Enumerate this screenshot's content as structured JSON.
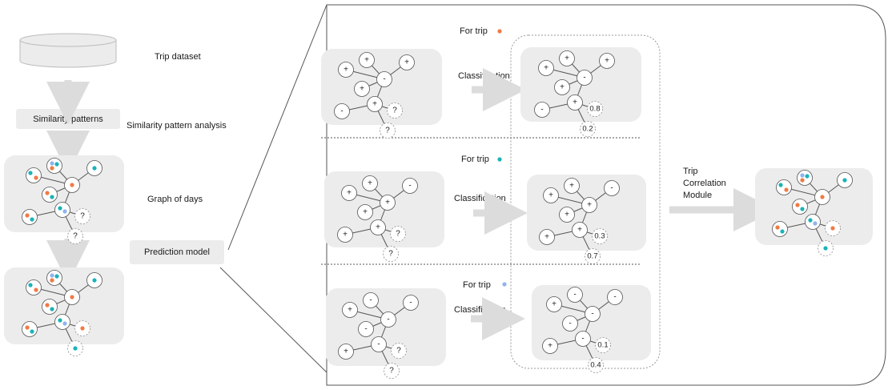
{
  "left": {
    "trip_dataset": "Trip dataset",
    "similarity_patterns_box": "Similarity patterns",
    "similarity_pattern_analysis": "Similarity pattern analysis",
    "graph_of_days": "Graph of days",
    "prediction_model_box": "Prediction model",
    "graph_question_mark": "?"
  },
  "rows": [
    {
      "for_trip_label": "For trip",
      "trip_color": "#f07a45",
      "classification_label": "Classification",
      "input_node_signs": [
        "+",
        "+",
        "-",
        "+",
        "+",
        "+",
        "-"
      ],
      "unknown_labels": [
        "?",
        "?"
      ],
      "output_node_signs": [
        "+",
        "+",
        "-",
        "+",
        "+",
        "+",
        "-"
      ],
      "probabilities": [
        "0.8",
        "0.2"
      ]
    },
    {
      "for_trip_label": "For trip",
      "trip_color": "#1ab3b8",
      "classification_label": "Classification",
      "input_node_signs": [
        "+",
        "+",
        "+",
        "-",
        "+",
        "+",
        "+"
      ],
      "unknown_labels": [
        "?",
        "?"
      ],
      "output_node_signs": [
        "+",
        "+",
        "+",
        "-",
        "+",
        "+",
        "+"
      ],
      "probabilities": [
        "0.3",
        "0.7"
      ]
    },
    {
      "for_trip_label": "For trip",
      "trip_color": "#8fb3ef",
      "classification_label": "Classification",
      "input_node_signs": [
        "-",
        "+",
        "-",
        "-",
        "-",
        "-",
        "+"
      ],
      "unknown_labels": [
        "?",
        "?"
      ],
      "output_node_signs": [
        "-",
        "+",
        "-",
        "-",
        "-",
        "-",
        "+"
      ],
      "probabilities": [
        "0.1",
        "0.4"
      ]
    }
  ],
  "trip_correlation": {
    "line1": "Trip",
    "line2": "Correlation",
    "line3": "Module"
  },
  "colors": {
    "orange": "#f07a45",
    "teal": "#1ab3b8",
    "blue": "#8fb3ef",
    "panel": "#ececec",
    "arrow": "#dcdcdc",
    "edge": "#555555"
  }
}
